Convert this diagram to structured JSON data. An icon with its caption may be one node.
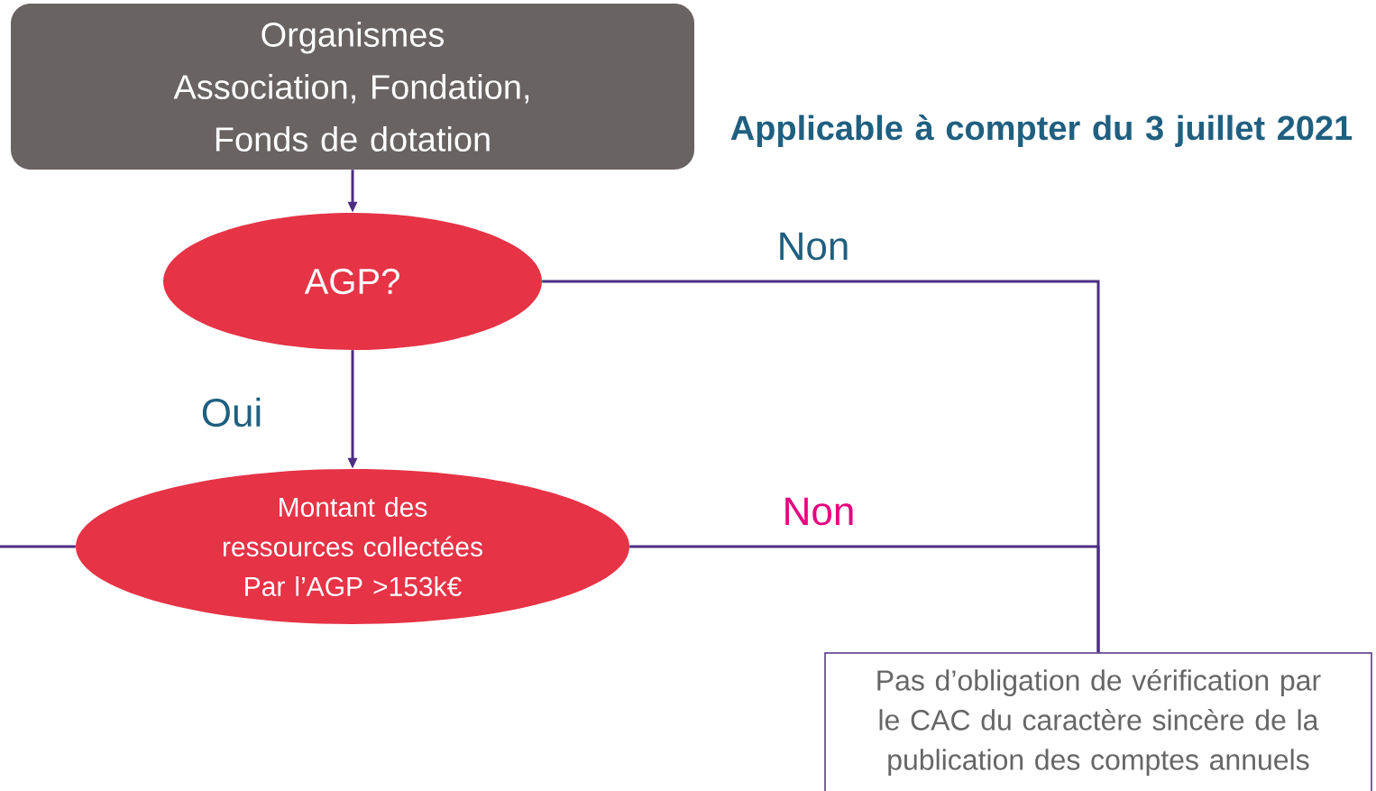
{
  "diagram": {
    "title": "Applicable à compter du 3 juillet 2021",
    "nodes": [
      {
        "text": [
          "Organismes",
          "Association, Fondation, Fonds de dotation"
        ]
      },
      {
        "text": [
          "AGP?"
        ]
      },
      {
        "text": [
          "Montant des ressources collectées Par l’AGP >153k€"
        ]
      },
      {
        "text": [
          "Pas d’obligation de vérification par le CAC du caractère sincère de la publication des comptes annuels"
        ]
      }
    ],
    "edges": [
      {
        "from": 0,
        "to": 1,
        "arrow": "to"
      },
      {
        "from": 1,
        "to": 2,
        "arrow": "to",
        "label": "Oui"
      },
      {
        "from": 1,
        "to": 3,
        "arrow": "none",
        "label": "Non"
      },
      {
        "from": 2,
        "to": 3,
        "arrow": "none",
        "label": "Non"
      },
      {
        "from": null,
        "to": 2,
        "arrow": "none"
      }
    ]
  }
}
